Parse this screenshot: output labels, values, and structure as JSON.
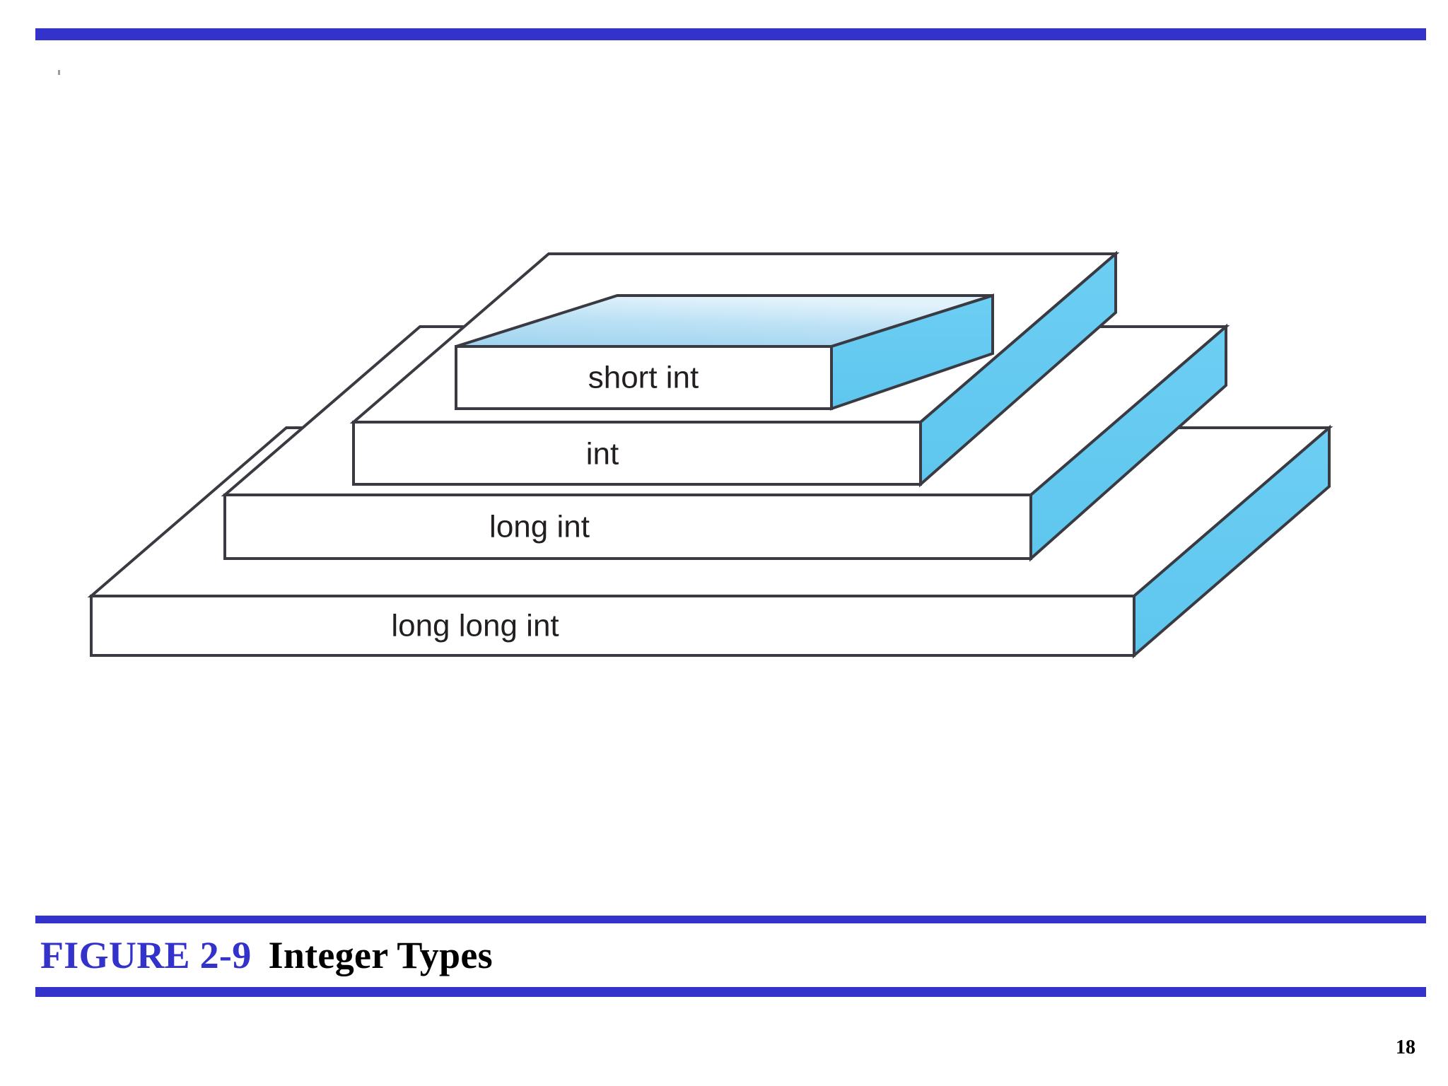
{
  "slide": {
    "background_color": "#ffffff",
    "rule_color": "#3333cc"
  },
  "caption": {
    "figure_number": "FIGURE 2-9",
    "figure_title": "Integer Types"
  },
  "footer": {
    "page_number": "18"
  },
  "chart_data": {
    "type": "diagram",
    "diagram_style": "3d-isometric-stacked-pyramid",
    "title": "Integer Types",
    "description": "Four stacked 3D slabs representing C integer type sizes, widest at the bottom.",
    "colors": {
      "slab_front": "#ffffff",
      "slab_side": "#65ccf2",
      "slab_top_light": "#cfe9f8",
      "slab_top_dark": "#9fd3ef",
      "outline": "#3a3a42",
      "label_text": "#231f20"
    },
    "levels": [
      {
        "label": "short int",
        "rank": 1,
        "width_rank": "narrowest"
      },
      {
        "label": "int",
        "rank": 2,
        "width_rank": "narrow"
      },
      {
        "label": "long int",
        "rank": 3,
        "width_rank": "wide"
      },
      {
        "label": "long long int",
        "rank": 4,
        "width_rank": "widest"
      }
    ]
  }
}
